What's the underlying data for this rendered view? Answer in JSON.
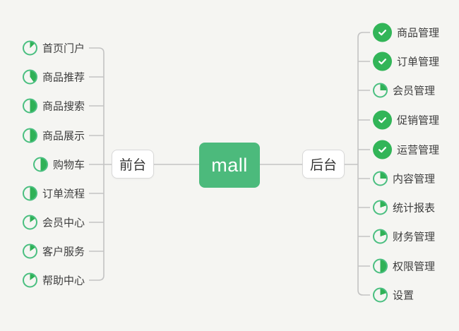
{
  "root": {
    "label": "mall"
  },
  "branches": {
    "left": {
      "label": "前台",
      "items": [
        {
          "label": "首页门户",
          "icon": "pie",
          "progress": 0.125
        },
        {
          "label": "商品推荐",
          "icon": "pie",
          "progress": 0.4
        },
        {
          "label": "商品搜索",
          "icon": "pie",
          "progress": 0.5
        },
        {
          "label": "商品展示",
          "icon": "pie",
          "progress": 0.5
        },
        {
          "label": "购物车",
          "icon": "pie",
          "progress": 0.5
        },
        {
          "label": "订单流程",
          "icon": "pie",
          "progress": 0.5
        },
        {
          "label": "会员中心",
          "icon": "pie",
          "progress": 0.15
        },
        {
          "label": "客户服务",
          "icon": "pie",
          "progress": 0.15
        },
        {
          "label": "帮助中心",
          "icon": "pie",
          "progress": 0.15
        }
      ]
    },
    "right": {
      "label": "后台",
      "items": [
        {
          "label": "商品管理",
          "icon": "check"
        },
        {
          "label": "订单管理",
          "icon": "check"
        },
        {
          "label": "会员管理",
          "icon": "pie",
          "progress": 0.25
        },
        {
          "label": "促销管理",
          "icon": "check"
        },
        {
          "label": "运营管理",
          "icon": "check"
        },
        {
          "label": "内容管理",
          "icon": "pie",
          "progress": 0.25
        },
        {
          "label": "统计报表",
          "icon": "pie",
          "progress": 0.2
        },
        {
          "label": "财务管理",
          "icon": "pie",
          "progress": 0.2
        },
        {
          "label": "权限管理",
          "icon": "pie",
          "progress": 0.5
        },
        {
          "label": "设置",
          "icon": "pie",
          "progress": 0.2
        }
      ]
    }
  },
  "colors": {
    "background": "#f5f5f2",
    "root_green": "#4cba7c",
    "check_green": "#32b558",
    "pie_ring_green": "#4abf80",
    "pie_fill_green": "#2fb156",
    "line_gray": "#c3c3c3"
  }
}
